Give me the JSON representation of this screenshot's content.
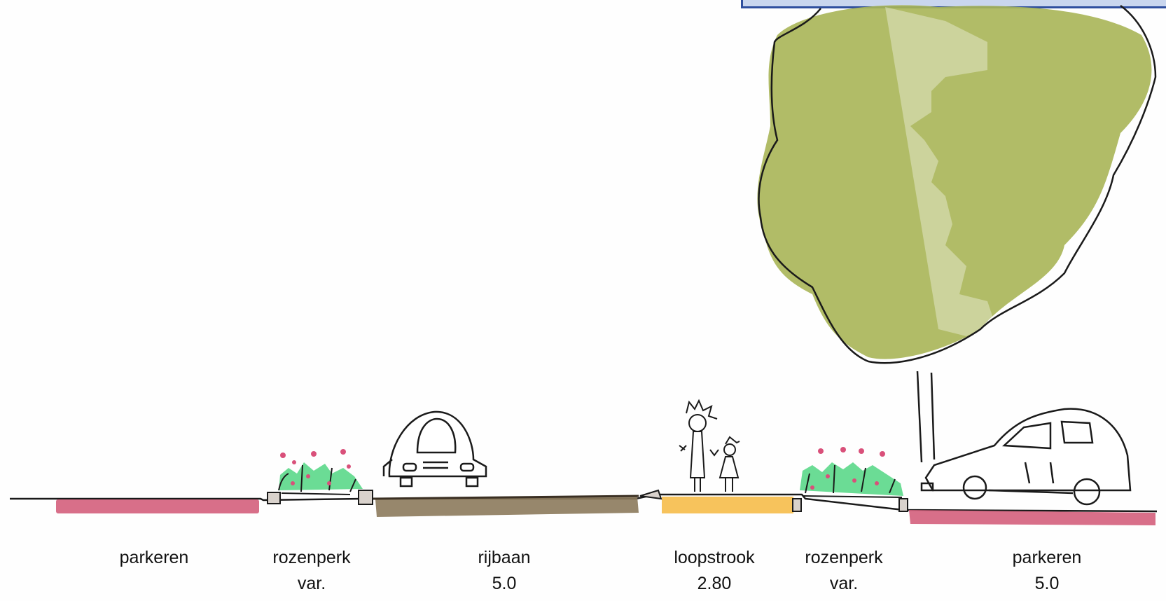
{
  "segments": [
    {
      "id": "parkeren-left",
      "name": "parkeren",
      "width": "",
      "color": "#d45f7c"
    },
    {
      "id": "rozenperk-left",
      "name": "rozenperk",
      "width": "var.",
      "color": "#5bd88a"
    },
    {
      "id": "rijbaan",
      "name": "rijbaan",
      "width": "5.0",
      "color": "#8c7a5c"
    },
    {
      "id": "loopstrook",
      "name": "loopstrook",
      "width": "2.80",
      "color": "#f6bd4a"
    },
    {
      "id": "rozenperk-right",
      "name": "rozenperk",
      "width": "var.",
      "color": "#5bd88a"
    },
    {
      "id": "parkeren-right",
      "name": "parkeren",
      "width": "5.0",
      "color": "#d45f7c"
    }
  ],
  "colors": {
    "tree_canopy": "#a9b556",
    "flower_red": "#d9507a",
    "ink": "#1a1a1a"
  },
  "icons": [
    "car-front-icon",
    "car-side-icon",
    "tree-icon",
    "pedestrian-adult-icon",
    "pedestrian-child-icon",
    "rose-bed-icon"
  ]
}
